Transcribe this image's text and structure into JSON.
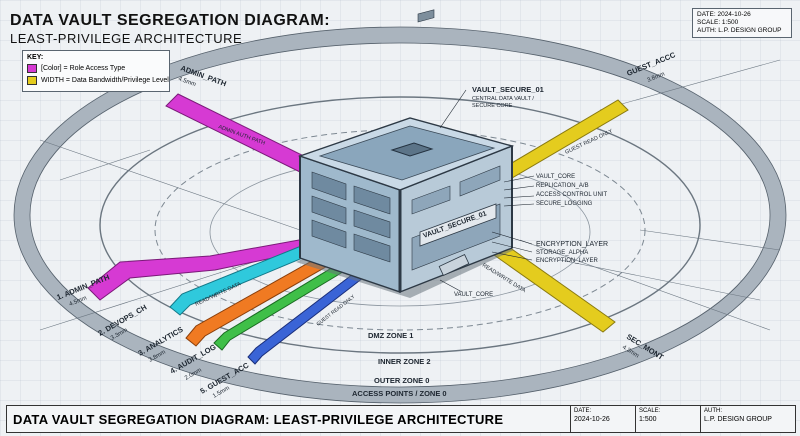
{
  "title": {
    "main": "DATA VAULT SEGREGATION DIAGRAM:",
    "sub": "LEAST-PRIVILEGE ARCHITECTURE"
  },
  "key": {
    "heading": "KEY:",
    "color_text": "[Color] = Role Access Type",
    "width_text": "WIDTH = Data Bandwidth/Privilege Level",
    "color_swatch": "#d63ad3",
    "width_swatch": "#e4cc1e"
  },
  "meta": {
    "date": "DATE: 2024-10-26",
    "scale": "SCALE: 1:500",
    "auth": "AUTH: L.P. DESIGN GROUP"
  },
  "colors": {
    "admin": "#d63ad3",
    "devops": "#2fc9dc",
    "analytics": "#f07a22",
    "audit": "#3fbf48",
    "guest": "#3a64d6",
    "guest_accc": "#e4cc1e",
    "sec_mont": "#e4cc1e"
  },
  "vault": {
    "id": "VAULT_SECURE_01",
    "desc1": "CENTRAL DATA VAULT /",
    "desc2": "SECURE CORE",
    "label": "VAULT_SECURE_01",
    "components": [
      "VAULT_CORE",
      "REPLICATION_A/B",
      "ACCESS CONTROL UNIT",
      "SECURE_LOGGING"
    ],
    "encryption": [
      "ENCRYPTION_LAYER",
      "STORAGE_ALPHA",
      "ENCRYPTION_LAYER"
    ],
    "bottom": "VAULT_CORE"
  },
  "paths": {
    "admin_top": "ADMIN_PATH",
    "admin_top_w": "4.5mm",
    "admin_auth": "ADMIN AUTH PATH",
    "admin_left": "1. ADMIN_PATH",
    "admin_left_w": "4.5mm",
    "devops": "2. DEVOPS_CH",
    "devops_w": "3.3mm",
    "analytics": "3. ANALYTICS",
    "analytics_w": "3.8mm",
    "audit": "4. AUDIT_LOG",
    "audit_w": "2.0mm",
    "guest": "5. GUEST_ACC",
    "guest_w": "1.5mm",
    "guest_accc": "GUEST_ACCC",
    "guest_accc_w": "3.8mm",
    "sec_mont": "SEC_MONT",
    "sec_mont_w": "4.3mm",
    "guest_read_only_r": "GUEST READ ONLY",
    "read_write_r": "READ/WRITE DATA",
    "read_write_l": "READ/WRITE DATA",
    "guest_read_only_l": "GUEST READ ONLY"
  },
  "zones": {
    "dmz": "DMZ ZONE 1",
    "inner": "INNER ZONE 2",
    "outer": "OUTER ZONE 0",
    "access": "ACCESS POINTS / ZONE 0"
  },
  "footer": {
    "title": "DATA VAULT SEGREGATION DIAGRAM: LEAST-PRIVILEGE ARCHITECTURE",
    "date_label": "DATE:",
    "date_value": "2024-10-26",
    "scale_label": "SCALE:",
    "scale_value": "1:500",
    "auth_label": "AUTH:",
    "auth_value": "L.P. DESIGN GROUP"
  }
}
